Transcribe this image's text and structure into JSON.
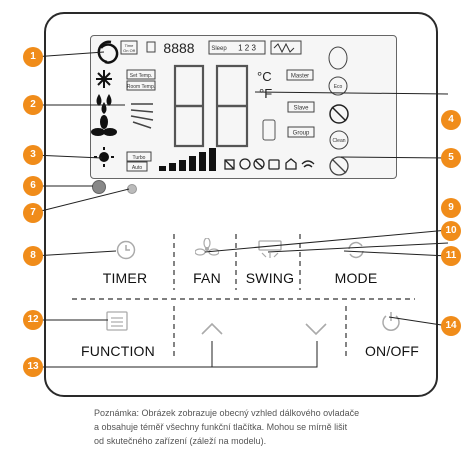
{
  "callouts": [
    "1",
    "2",
    "3",
    "4",
    "5",
    "6",
    "7",
    "8",
    "9",
    "10",
    "11",
    "12",
    "13",
    "14"
  ],
  "buttons": {
    "timer": "TIMER",
    "fan": "FAN",
    "swing": "SWING",
    "mode": "MODE",
    "function": "FUNCTION",
    "onoff": "ON/OFF"
  },
  "lcd": {
    "clock_digits": "8888",
    "sleep_label": "Sleep",
    "sleep_levels": "1 2 3",
    "set_temp": "Set Temp.",
    "room_temp": "Room Temp.",
    "unit_c": "°C",
    "unit_f": "°F",
    "master": "Master",
    "slave": "Slave",
    "group": "Group",
    "fan_auto": "Auto",
    "fan_turbo": "Turbo"
  },
  "note": {
    "line1": "Poznámka: Obrázek zobrazuje obecný vzhled dálkového ovladače",
    "line2": "a obsahuje téměř všechny funkční tlačítka. Mohou se mírně lišit",
    "line3": "od skutečného zařízení (záleží na modelu)."
  },
  "colors": {
    "badge": "#f08c1a",
    "frame": "#2a2a2a",
    "icon": "#888888",
    "lcd_ink": "#222222"
  }
}
